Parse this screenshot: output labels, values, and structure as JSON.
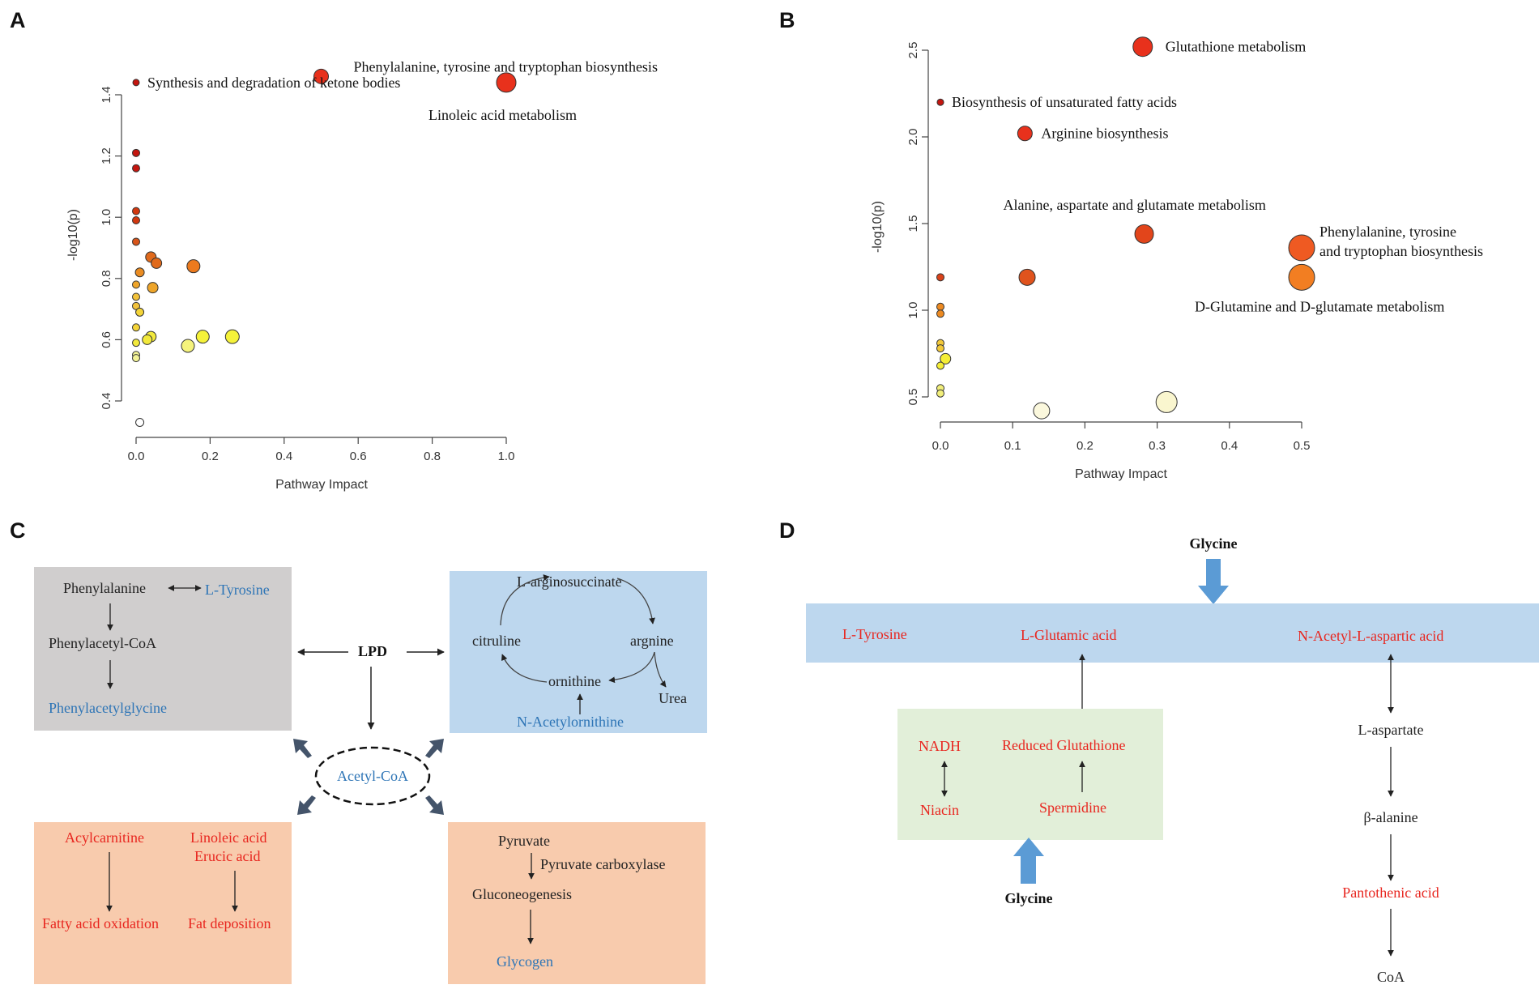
{
  "panels": {
    "a": "A",
    "b": "B",
    "c": "C",
    "d": "D"
  },
  "chart_data": [
    {
      "type": "scatter",
      "panel": "A",
      "xlabel": "Pathway Impact",
      "ylabel": "-log10(p)",
      "xlim": [
        0,
        1
      ],
      "ylim": [
        0.3,
        1.5
      ],
      "xticks": [
        "0.0",
        "0.2",
        "0.4",
        "0.6",
        "0.8",
        "1.0"
      ],
      "yticks": [
        "0.4",
        "0.6",
        "0.8",
        "1.0",
        "1.2",
        "1.4"
      ],
      "points": [
        {
          "x": 0.5,
          "y": 1.46,
          "size": 9,
          "color": "#e8311c",
          "label": "Phenylalanine, tyrosine and tryptophan biosynthesis"
        },
        {
          "x": 0.0,
          "y": 1.44,
          "size": 4,
          "color": "#c4160f",
          "label": "Synthesis and degradation of ketone bodies"
        },
        {
          "x": 1.0,
          "y": 1.44,
          "size": 12,
          "color": "#e8311c",
          "label": "Linoleic acid metabolism"
        },
        {
          "x": 0.0,
          "y": 1.21,
          "size": 4.5,
          "color": "#c4160f"
        },
        {
          "x": 0.0,
          "y": 1.16,
          "size": 4.5,
          "color": "#c4160f"
        },
        {
          "x": 0.0,
          "y": 1.02,
          "size": 4.5,
          "color": "#d2380f"
        },
        {
          "x": 0.0,
          "y": 0.99,
          "size": 4.5,
          "color": "#d2380f"
        },
        {
          "x": 0.0,
          "y": 0.92,
          "size": 4.5,
          "color": "#d9551a"
        },
        {
          "x": 0.04,
          "y": 0.87,
          "size": 6.5,
          "color": "#e06a1c"
        },
        {
          "x": 0.055,
          "y": 0.85,
          "size": 6.5,
          "color": "#e06a1c"
        },
        {
          "x": 0.155,
          "y": 0.84,
          "size": 8,
          "color": "#ec7a1d"
        },
        {
          "x": 0.01,
          "y": 0.82,
          "size": 5.5,
          "color": "#ea8c22"
        },
        {
          "x": 0.0,
          "y": 0.78,
          "size": 4.5,
          "color": "#eea52a"
        },
        {
          "x": 0.045,
          "y": 0.77,
          "size": 6.5,
          "color": "#eea52a"
        },
        {
          "x": 0.0,
          "y": 0.74,
          "size": 4.5,
          "color": "#f2c23a"
        },
        {
          "x": 0.0,
          "y": 0.71,
          "size": 4.5,
          "color": "#f2c23a"
        },
        {
          "x": 0.01,
          "y": 0.69,
          "size": 5,
          "color": "#f4d438"
        },
        {
          "x": 0.0,
          "y": 0.64,
          "size": 4.5,
          "color": "#f4d438"
        },
        {
          "x": 0.04,
          "y": 0.61,
          "size": 6.5,
          "color": "#f2e93c"
        },
        {
          "x": 0.03,
          "y": 0.6,
          "size": 6,
          "color": "#f2e93c"
        },
        {
          "x": 0.0,
          "y": 0.59,
          "size": 4.5,
          "color": "#f2e93c"
        },
        {
          "x": 0.18,
          "y": 0.61,
          "size": 8,
          "color": "#f5f23a"
        },
        {
          "x": 0.26,
          "y": 0.61,
          "size": 8.5,
          "color": "#f5f23a"
        },
        {
          "x": 0.14,
          "y": 0.58,
          "size": 8,
          "color": "#f5f37c"
        },
        {
          "x": 0.0,
          "y": 0.55,
          "size": 4.5,
          "color": "#f3f395"
        },
        {
          "x": 0.0,
          "y": 0.54,
          "size": 4.5,
          "color": "#f3f395"
        },
        {
          "x": 0.01,
          "y": 0.33,
          "size": 5,
          "color": "#ffffff"
        }
      ]
    },
    {
      "type": "scatter",
      "panel": "B",
      "xlabel": "Pathway Impact",
      "ylabel": "-log10(p)",
      "xlim": [
        0,
        0.5
      ],
      "ylim": [
        0.35,
        2.6
      ],
      "xticks": [
        "0.0",
        "0.1",
        "0.2",
        "0.3",
        "0.4",
        "0.5"
      ],
      "yticks": [
        "0.5",
        "1.0",
        "1.5",
        "2.0",
        "2.5"
      ],
      "points": [
        {
          "x": 0.28,
          "y": 2.52,
          "size": 12,
          "color": "#e8311c",
          "label": "Glutathione metabolism"
        },
        {
          "x": 0.0,
          "y": 2.2,
          "size": 4,
          "color": "#c4160f",
          "label": "Biosynthesis of unsaturated fatty acids"
        },
        {
          "x": 0.117,
          "y": 2.02,
          "size": 9,
          "color": "#e8311c",
          "label": "Arginine biosynthesis"
        },
        {
          "x": 0.282,
          "y": 1.44,
          "size": 11.5,
          "color": "#e2451b",
          "label": "Alanine, aspartate and glutamate metabolism"
        },
        {
          "x": 0.5,
          "y": 1.36,
          "size": 16,
          "color": "#ef5a22",
          "label": "Phenylalanine, tyrosine\nand tryptophan biosynthesis"
        },
        {
          "x": 0.5,
          "y": 1.19,
          "size": 16,
          "color": "#f27e22",
          "label": "D-Glutamine and D-glutamate metabolism"
        },
        {
          "x": 0.12,
          "y": 1.19,
          "size": 10,
          "color": "#e0531d"
        },
        {
          "x": 0.0,
          "y": 1.19,
          "size": 4.5,
          "color": "#d9421a"
        },
        {
          "x": 0.0,
          "y": 1.02,
          "size": 4.5,
          "color": "#ec8a22"
        },
        {
          "x": 0.0,
          "y": 0.98,
          "size": 4.5,
          "color": "#ec8a22"
        },
        {
          "x": 0.0,
          "y": 0.81,
          "size": 4.5,
          "color": "#f3c93a"
        },
        {
          "x": 0.0,
          "y": 0.78,
          "size": 4.5,
          "color": "#f3c93a"
        },
        {
          "x": 0.007,
          "y": 0.72,
          "size": 6.5,
          "color": "#f5ee36"
        },
        {
          "x": 0.0,
          "y": 0.68,
          "size": 4.5,
          "color": "#f5ee36"
        },
        {
          "x": 0.0,
          "y": 0.55,
          "size": 4.5,
          "color": "#f1ee7a"
        },
        {
          "x": 0.0,
          "y": 0.52,
          "size": 4.5,
          "color": "#f1ee7a"
        },
        {
          "x": 0.14,
          "y": 0.42,
          "size": 10,
          "color": "#fbf8dd"
        },
        {
          "x": 0.313,
          "y": 0.47,
          "size": 13,
          "color": "#faf6cf"
        }
      ]
    }
  ],
  "panel_c": {
    "box_gray": {
      "phenylalanine": "Phenylalanine",
      "tyrosine": "L-Tyrosine",
      "phenylacetyl_coa": "Phenylacetyl-CoA",
      "phenylacetylglycine": "Phenylacetylglycine"
    },
    "center": {
      "lpd": "LPD",
      "acetyl_coa": "Acetyl-CoA"
    },
    "box_blue": {
      "arginosuccinate": "L-arginosuccinate",
      "citruline": "citruline",
      "argnine": "argnine",
      "ornithine": "ornithine",
      "urea": "Urea",
      "acetylornithine": "N-Acetylornithine"
    },
    "box_orange_left": {
      "acylcarnitine": "Acylcarnitine",
      "linoleic": "Linoleic acid",
      "erucic": "Erucic acid",
      "fatty_acid_oxidation": "Fatty acid oxidation",
      "fat_deposition": "Fat deposition"
    },
    "box_orange_right": {
      "pyruvate": "Pyruvate",
      "pyruvate_carboxylase": "Pyruvate carboxylase",
      "gluconeogenesis": "Gluconeogenesis",
      "glycogen": "Glycogen"
    },
    "colors": {
      "blue_text": "#2e75b6",
      "red_text": "#e8261f",
      "gray_box": "#d0cece",
      "blue_box": "#bdd7ee",
      "orange_box": "#f8cbad"
    }
  },
  "panel_d": {
    "glycine_top": "Glycine",
    "glycine_bottom": "Glycine",
    "band": {
      "tyrosine": "L-Tyrosine",
      "glutamic": "L-Glutamic acid",
      "naa": "N-Acetyl-L-aspartic acid"
    },
    "green_box": {
      "nadh": "NADH",
      "niacin": "Niacin",
      "glutathione": "Reduced Glutathione",
      "spermidine": "Spermidine"
    },
    "chain": {
      "aspartate": "L-aspartate",
      "alanine": "β-alanine",
      "pantothenic": "Pantothenic acid",
      "coa": "CoA"
    },
    "colors": {
      "band": "#bdd7ee",
      "green_box": "#e2efd9",
      "arrow": "#5b9bd5"
    }
  }
}
